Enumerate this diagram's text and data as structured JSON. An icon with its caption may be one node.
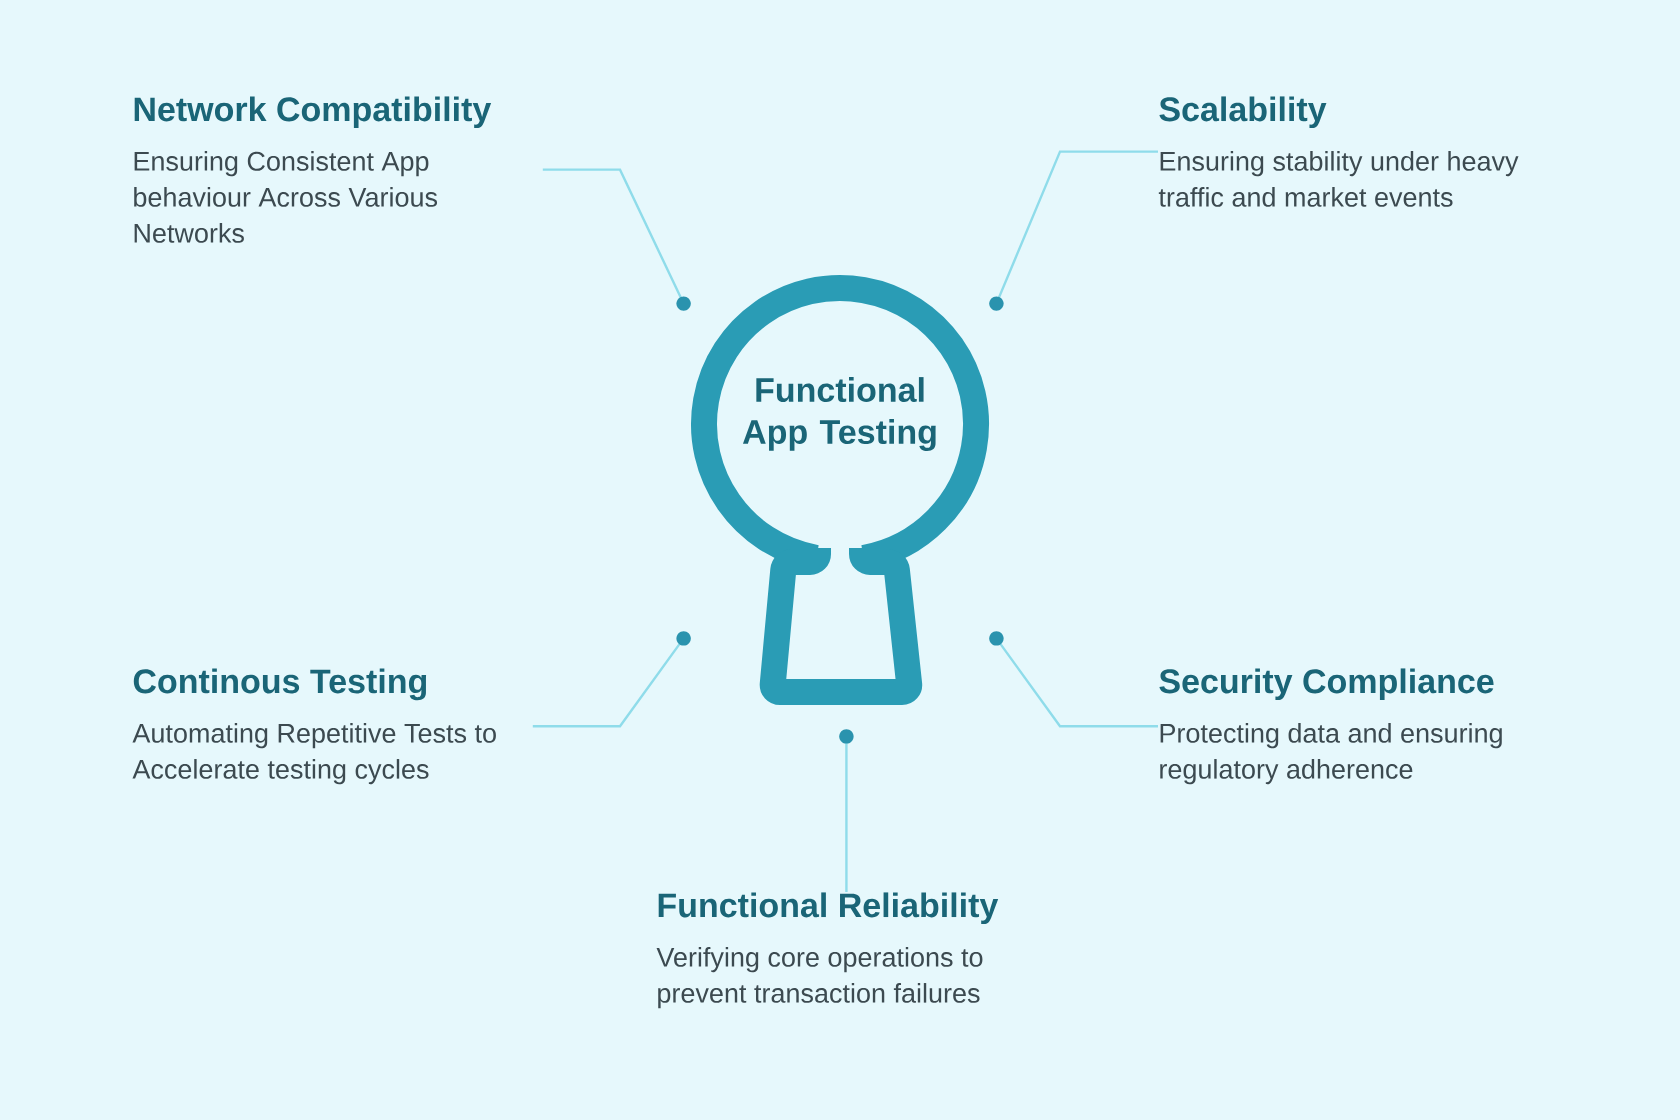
{
  "diagram": {
    "nodes": [
      {
        "text": [
          "Network Compatibility",
          "Ensuring Consistent App behaviour Across Various Networks"
        ]
      },
      {
        "text": [
          "Scalability",
          "Ensuring stability under heavy traffic and market events"
        ]
      },
      {
        "text": [
          "Functional App Testing"
        ]
      },
      {
        "text": [
          "Continous Testing",
          "Automating Repetitive Tests to Accelerate testing cycles"
        ]
      },
      {
        "text": [
          "Security Compliance",
          "Protecting data and ensuring regulatory adherence"
        ]
      },
      {
        "text": [
          "Functional Reliability",
          "Verifying core operations to prevent transaction failures"
        ]
      }
    ],
    "edges": [
      {
        "from": 0,
        "to": 2,
        "arrow": "other"
      },
      {
        "from": 1,
        "to": 2,
        "arrow": "other"
      },
      {
        "from": 3,
        "to": 2,
        "arrow": "other"
      },
      {
        "from": 4,
        "to": 2,
        "arrow": "other"
      },
      {
        "from": 5,
        "to": 2,
        "arrow": "other"
      }
    ]
  }
}
